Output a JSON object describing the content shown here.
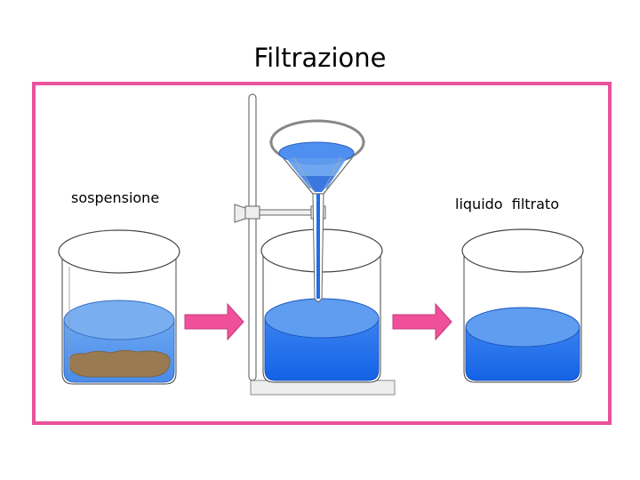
{
  "title": "Filtrazione",
  "labels": {
    "left": "sospensione",
    "right": "liquido  filtrato"
  },
  "colors": {
    "frame": "#e8529a",
    "arrow": "#f0509a",
    "liquid_light": "#6fa8f0",
    "liquid_dark": "#1f6fe8",
    "sediment": "#9a7a50",
    "glass": "#ffffff",
    "stand": "#eeeeee"
  }
}
